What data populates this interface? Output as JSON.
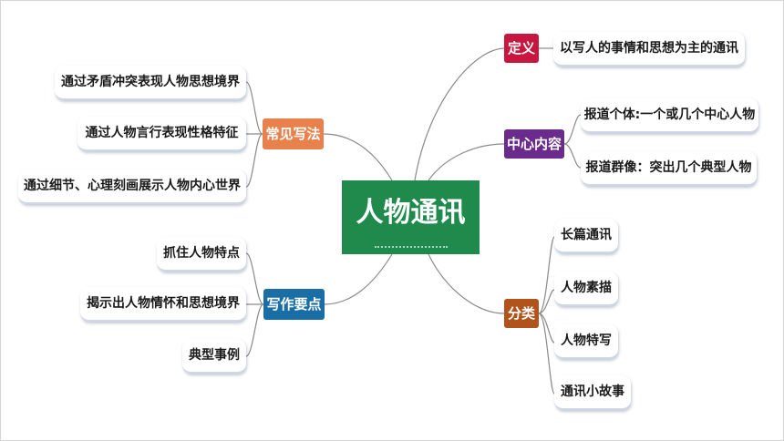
{
  "center": {
    "title": "人物通讯"
  },
  "branches": {
    "definition": {
      "label": "定义",
      "color": "#c8173e",
      "items": [
        "以写人的事情和思想为主的通讯"
      ]
    },
    "core_content": {
      "label": "中心内容",
      "color": "#6b2b8d",
      "items": [
        "报道个体:一个或几个中心人物",
        "报道群像：突出几个典型人物"
      ]
    },
    "classification": {
      "label": "分类",
      "color": "#b2531c",
      "items": [
        "长篇通讯",
        "人物素描",
        "人物特写",
        "通讯小故事"
      ]
    },
    "common_methods": {
      "label": "常见写法",
      "color": "#e8814b",
      "items": [
        "通过矛盾冲突表现人物思想境界",
        "通过人物言行表现性格特征",
        "通过细节、心理刻画展示人物内心世界"
      ]
    },
    "writing_points": {
      "label": "写作要点",
      "color": "#1a6ea6",
      "items": [
        "抓住人物特点",
        "揭示出人物情怀和思想境界",
        "典型事例"
      ]
    }
  }
}
